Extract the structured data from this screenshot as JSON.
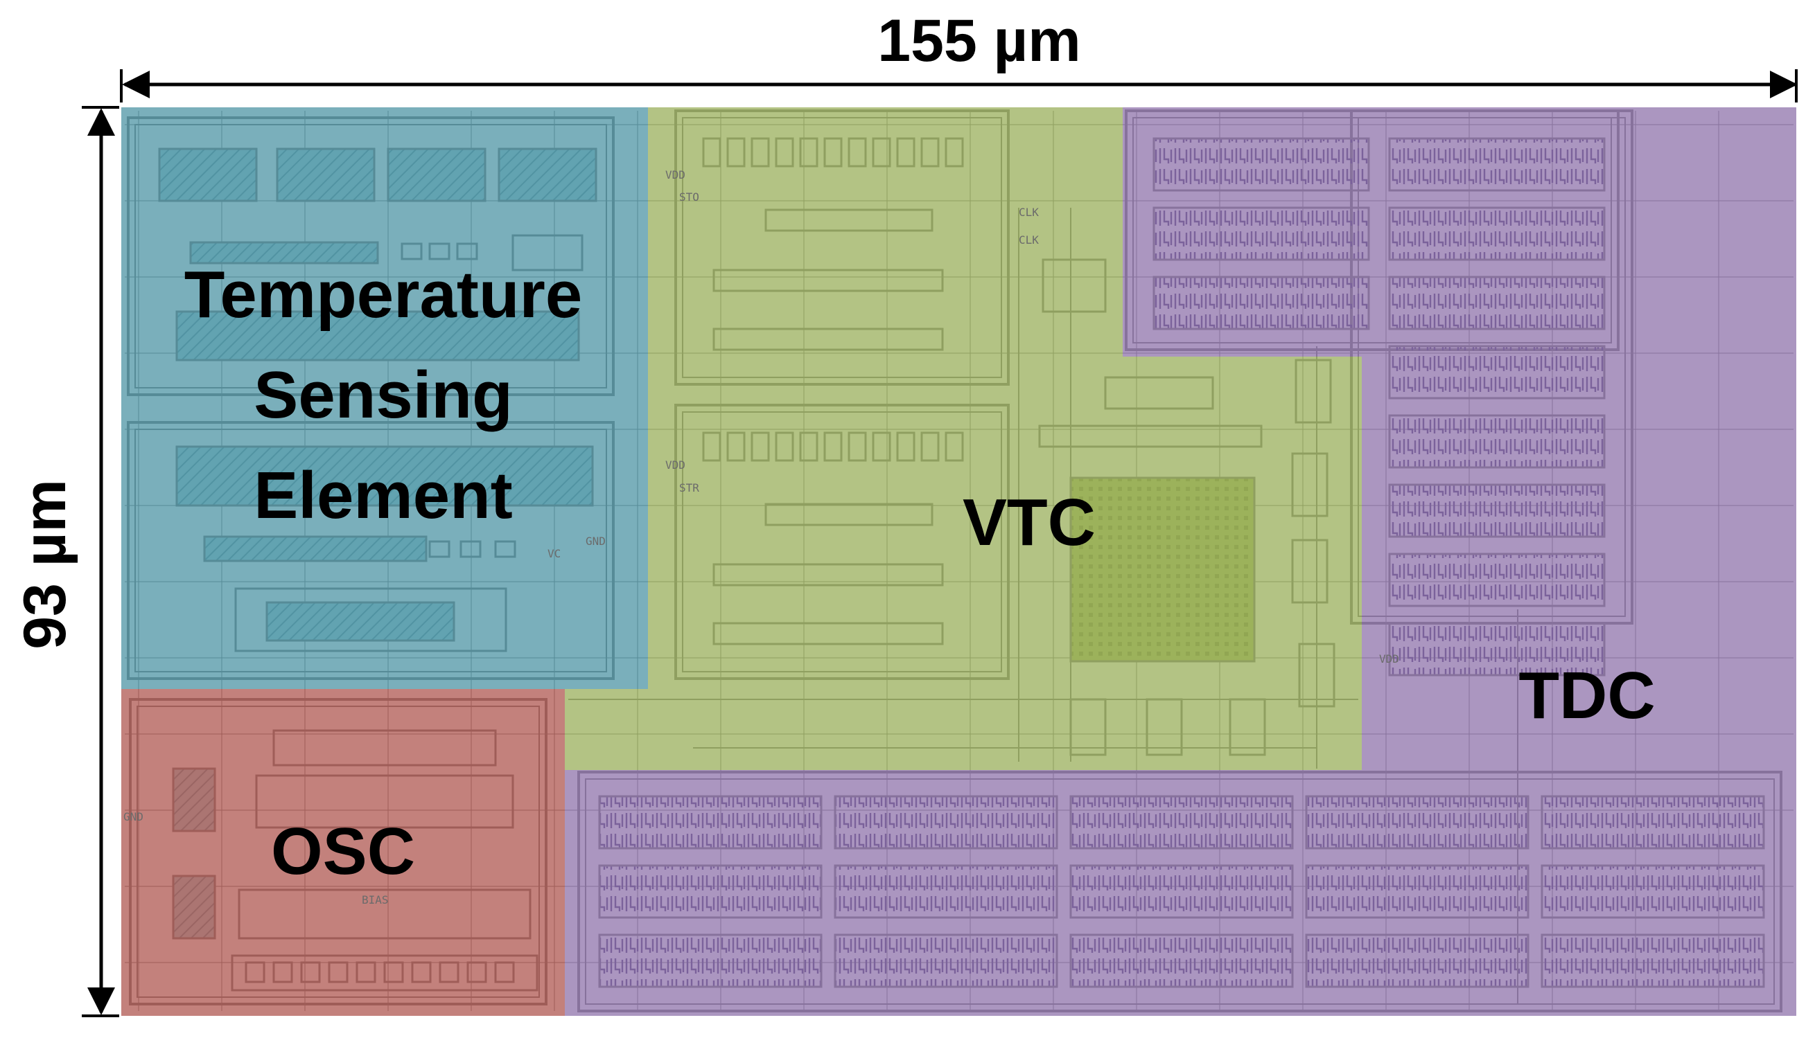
{
  "dimensions": {
    "width_label": "155 µm",
    "height_label": "93 µm"
  },
  "blocks": {
    "temperature": {
      "line1": "Temperature",
      "line2": "Sensing",
      "line3": "Element"
    },
    "osc": {
      "label": "OSC"
    },
    "vtc": {
      "label": "VTC"
    },
    "tdc": {
      "label": "TDC"
    }
  },
  "colors": {
    "temperature": "#4a9fb3",
    "osc": "#c0564d",
    "vtc": "#a6c05a",
    "tdc": "#9a78bb",
    "layout_base": "#c9c9c9",
    "layout_line": "#6a6a6a"
  },
  "net_labels": {
    "vdd": "VDD",
    "gnd": "GND",
    "clk": "CLK",
    "bias": "BIAS",
    "vc": "VC",
    "sto": "STO",
    "str": "STR"
  }
}
